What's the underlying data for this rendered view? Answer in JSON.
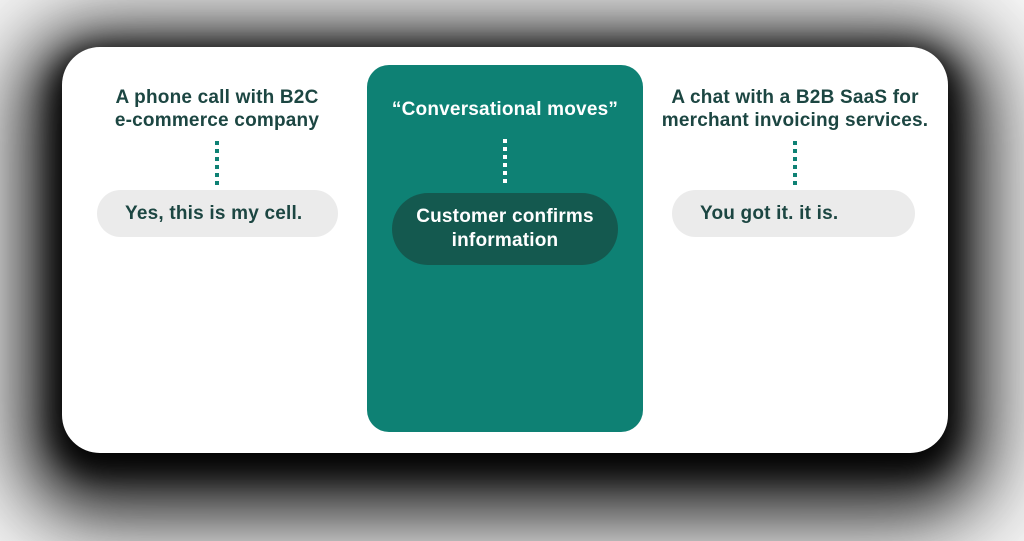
{
  "figure": {
    "left": {
      "heading": "A phone call with B2C\ne-commerce company",
      "bubble": "Yes, this is my cell."
    },
    "middle": {
      "heading": "“Conversational moves”",
      "pill": "Customer confirms\ninformation"
    },
    "right": {
      "heading": "A chat with a B2B SaaS for\nmerchant invoicing services.",
      "bubble": "You got it. it is."
    },
    "colors": {
      "panel_teal": "#0e8174",
      "pill_dark_teal": "#14594f",
      "heading_text": "#1c4642",
      "bubble_gray": "#ebebeb",
      "connector_white": "#ffffff"
    }
  }
}
